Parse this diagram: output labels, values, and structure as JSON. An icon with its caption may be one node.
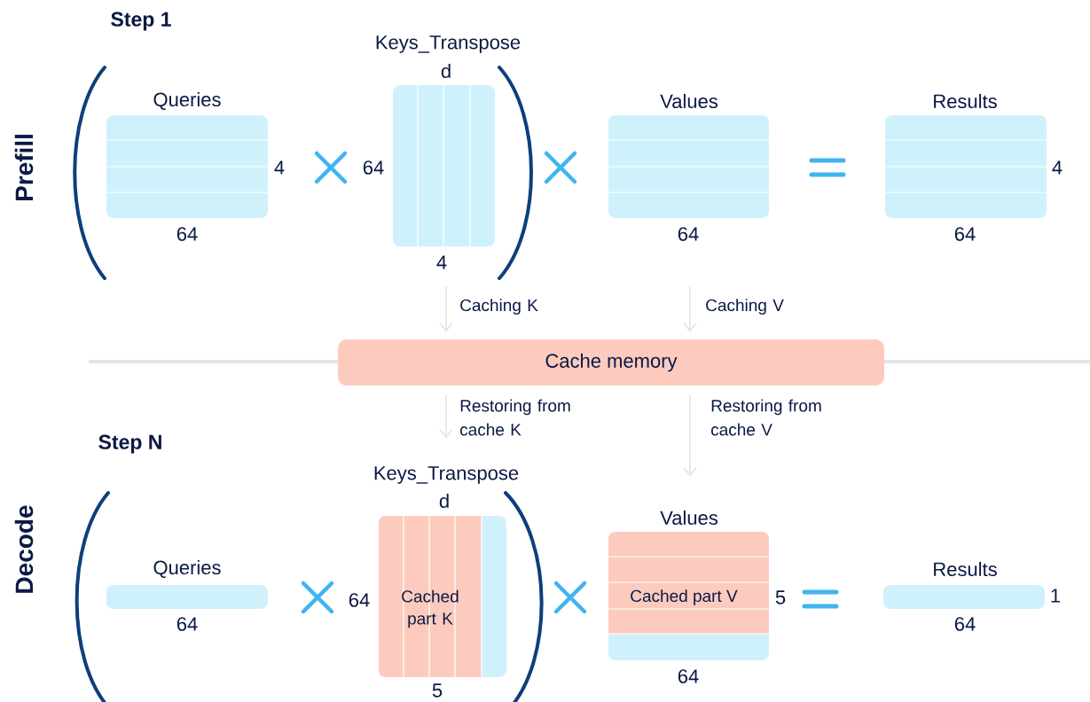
{
  "diagram": {
    "nodes": [
      {
        "text": [
          "Queries"
        ],
        "beside": [
          "4",
          "64"
        ]
      },
      {
        "text": [
          "Keys_Transpose"
        ],
        "beside": [
          "d",
          "64",
          "4"
        ]
      },
      {
        "text": [
          "Values"
        ],
        "beside": [
          "64"
        ]
      },
      {
        "text": [
          "Results"
        ],
        "beside": [
          "4",
          "64"
        ]
      },
      {
        "text": [
          "Cache memory"
        ]
      },
      {
        "text": [
          "Queries"
        ],
        "beside": [
          "64"
        ]
      },
      {
        "text": [
          "Keys_Transpose",
          "Cached part K"
        ],
        "beside": [
          "d",
          "64",
          "5"
        ]
      },
      {
        "text": [
          "Values",
          "Cached part V"
        ],
        "beside": [
          "5",
          "64"
        ]
      },
      {
        "text": [
          "Results"
        ],
        "beside": [
          "1",
          "64"
        ]
      }
    ],
    "edges": [
      {
        "from": 1,
        "to": 4,
        "arrow": "to",
        "label": "Caching K"
      },
      {
        "from": 2,
        "to": 4,
        "arrow": "to",
        "label": "Caching V"
      },
      {
        "from": 4,
        "to": 6,
        "arrow": "to",
        "label": "Restoring from cache K"
      },
      {
        "from": 4,
        "to": 7,
        "arrow": "to",
        "label": "Restoring from cache V"
      }
    ],
    "labels": [
      "Step 1",
      "Prefill",
      "Step N",
      "Decode"
    ]
  }
}
